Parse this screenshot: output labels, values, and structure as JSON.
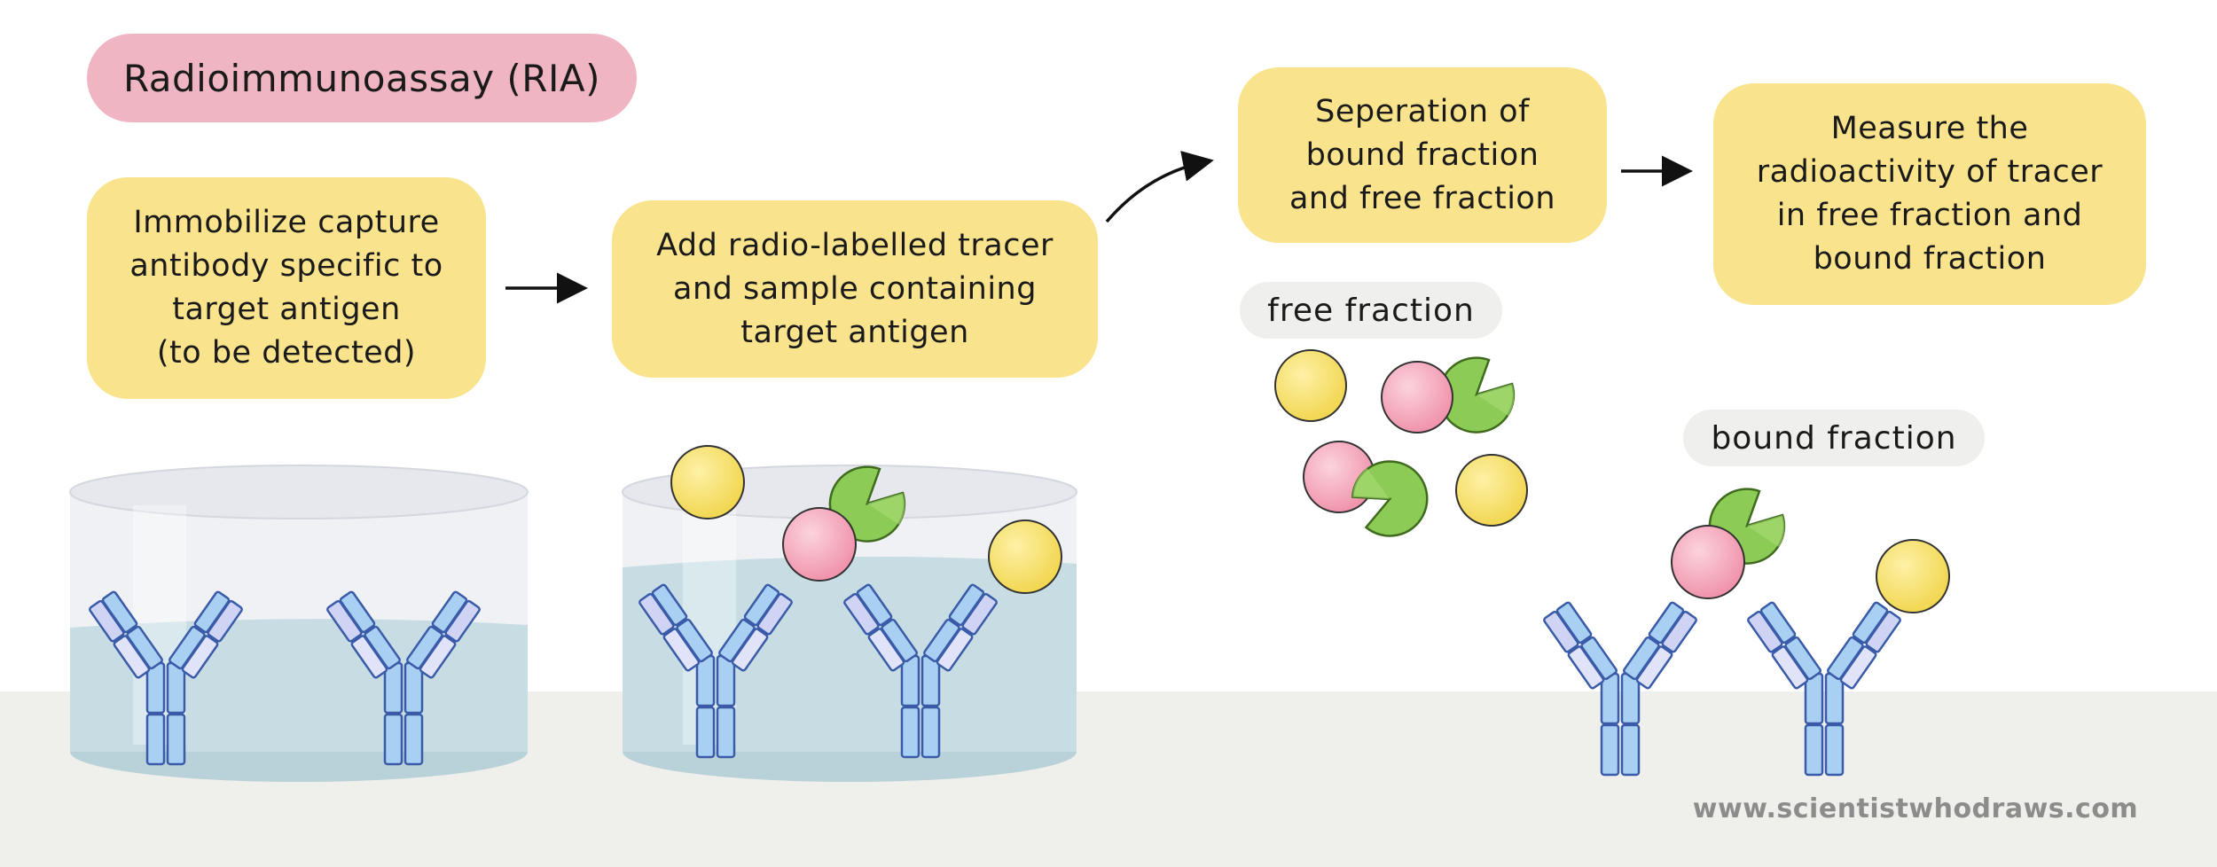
{
  "title": "Radioimmunoassay (RIA)",
  "steps": [
    {
      "lines": [
        "Immobilize capture",
        "antibody specific to",
        "target antigen",
        "(to be detected)"
      ]
    },
    {
      "lines": [
        "Add radio-labelled tracer",
        "and sample containing",
        "target antigen"
      ]
    },
    {
      "lines": [
        "Seperation of",
        "bound fraction",
        "and free fraction"
      ]
    },
    {
      "lines": [
        "Measure the",
        "radioactivity of tracer",
        "in free fraction and",
        "bound fraction"
      ]
    }
  ],
  "labels": {
    "free_fraction": "free fraction",
    "bound_fraction": "bound fraction"
  },
  "credit": "www.scientistwhodraws.com",
  "colors": {
    "step_box": "#f9e38c",
    "title_box": "#f0b5c2",
    "antibody": "#a8d0f2",
    "antibody_light": "#cfd4f5",
    "tracer_antigen": "#f5a3b8",
    "sample_antigen": "#f3d95b",
    "capture_molecule": "#8ccb55",
    "liquid": "#c5dde3",
    "floor": "#efefeb"
  },
  "icons": [
    "antibody-icon",
    "tracer-antigen-icon",
    "sample-antigen-icon",
    "capture-molecule-icon",
    "well-icon",
    "arrow-icon"
  ]
}
